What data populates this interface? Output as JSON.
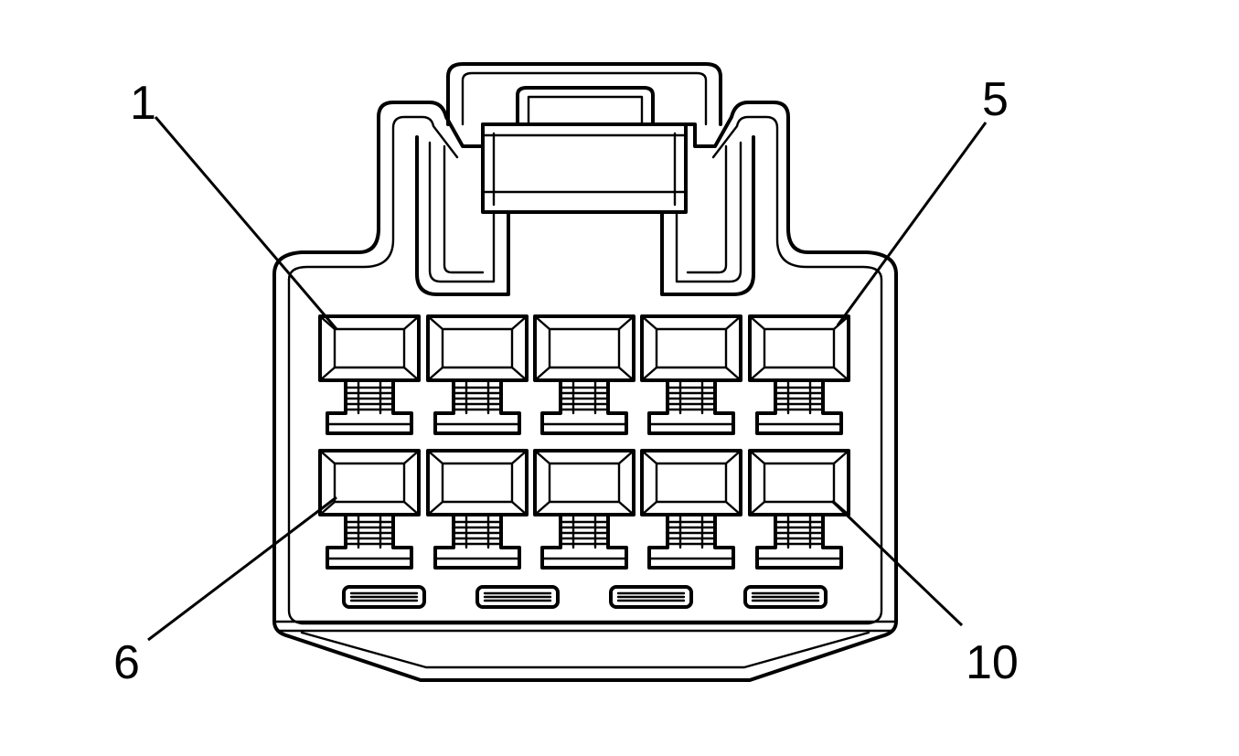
{
  "labels": {
    "pin_1": "1",
    "pin_5": "5",
    "pin_6": "6",
    "pin_10": "10"
  },
  "connector": {
    "cavity_count": 10,
    "rows": 2,
    "columns": 5,
    "bottom_slots": 4
  }
}
